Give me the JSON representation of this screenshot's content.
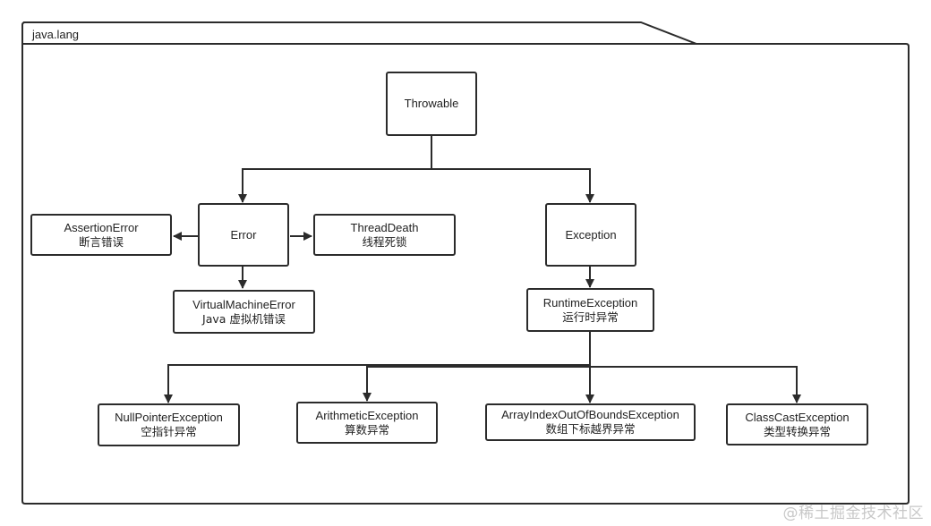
{
  "package": {
    "label": "java.lang"
  },
  "nodes": {
    "throwable": {
      "title": "Throwable"
    },
    "error": {
      "title": "Error"
    },
    "exception": {
      "title": "Exception"
    },
    "assertion_error": {
      "title": "AssertionError",
      "subtitle": "断言错误"
    },
    "thread_death": {
      "title": "ThreadDeath",
      "subtitle": "线程死锁"
    },
    "virtual_machine_error": {
      "title": "VirtualMachineError",
      "subtitle": "Java 虚拟机错误"
    },
    "runtime_exception": {
      "title": "RuntimeException",
      "subtitle": "运行时异常"
    },
    "null_pointer_exception": {
      "title": "NullPointerException",
      "subtitle": "空指针异常"
    },
    "arithmetic_exception": {
      "title": "ArithmeticException",
      "subtitle": "算数异常"
    },
    "array_index_out_of_bounds_exception": {
      "title": "ArrayIndexOutOfBoundsException",
      "subtitle": "数组下标越界异常"
    },
    "class_cast_exception": {
      "title": "ClassCastException",
      "subtitle": "类型转换异常"
    }
  },
  "watermark": "@稀土掘金技术社区"
}
